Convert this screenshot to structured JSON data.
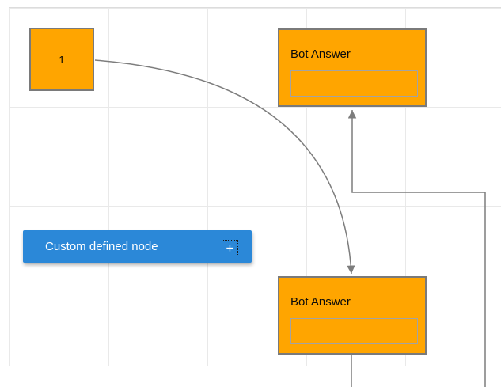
{
  "diagram": {
    "nodes": {
      "start": {
        "label": "1",
        "fill": "#ffa500"
      },
      "bot_answers": [
        {
          "title": "Bot Answer",
          "fill": "#ffa500"
        },
        {
          "title": "Bot Answer",
          "fill": "#ffa500"
        }
      ],
      "custom": {
        "label": "Custom defined node",
        "fill": "#2b88d8",
        "add_icon": "+"
      }
    },
    "colors": {
      "node_border": "#7a7a7a",
      "connector": "#7d7d7d",
      "grid_line": "#e9e9e9",
      "page_border": "#dcdcdc"
    }
  }
}
